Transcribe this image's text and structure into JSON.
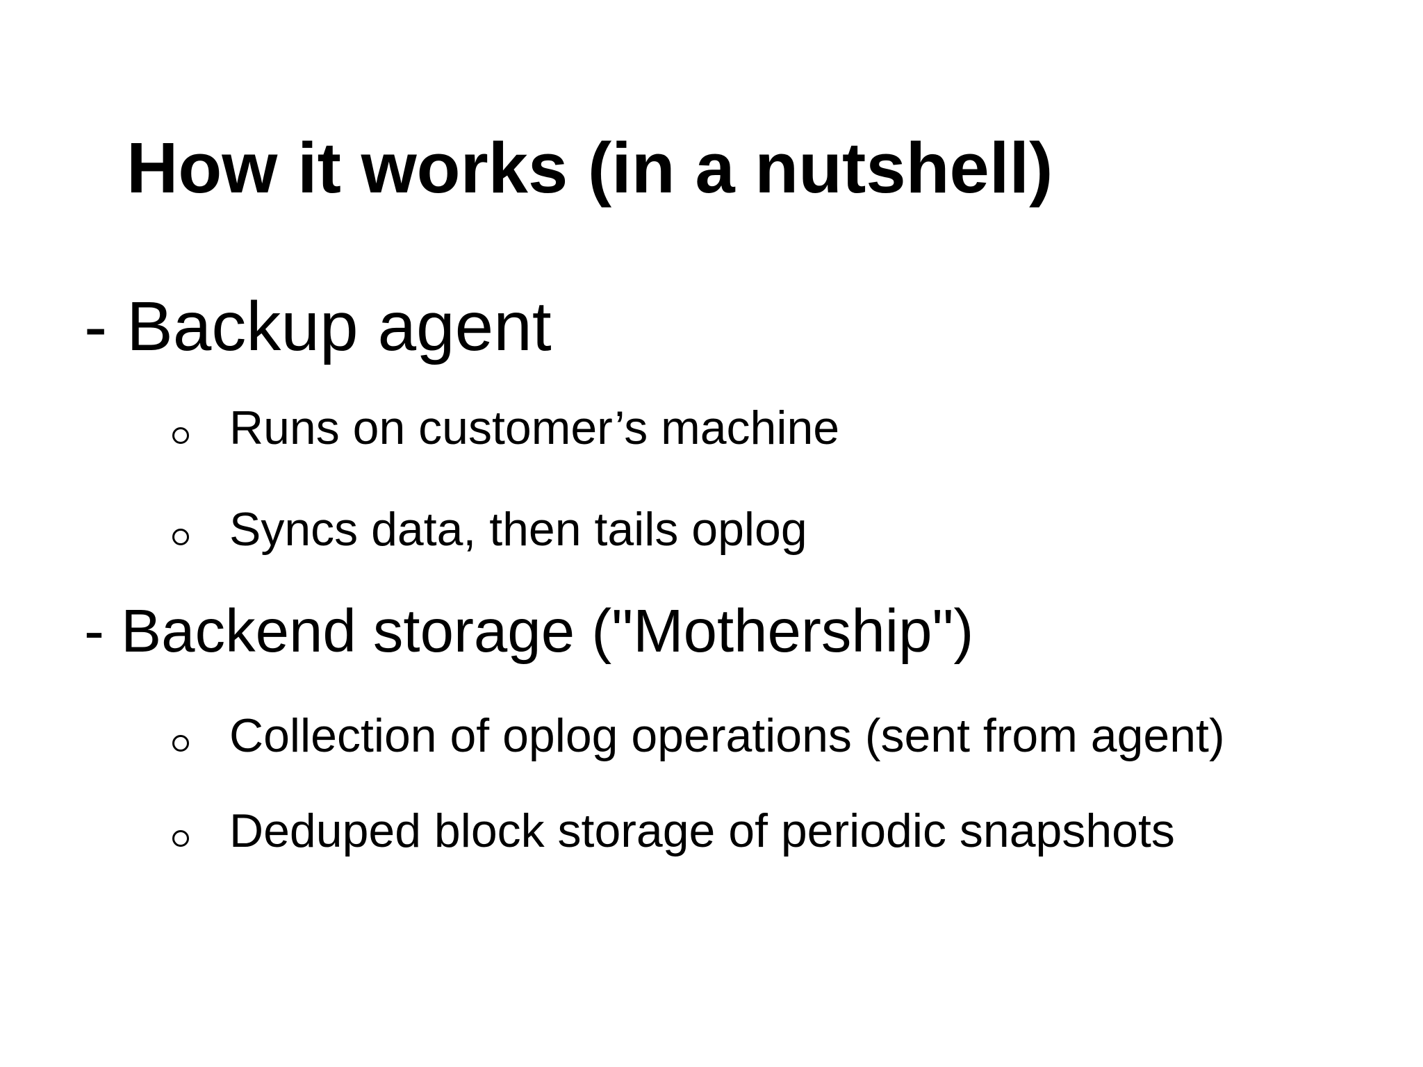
{
  "slide": {
    "title": "How it works (in a nutshell)",
    "bullets": [
      {
        "level": 1,
        "marker": "-",
        "text": "Backup agent"
      },
      {
        "level": 2,
        "marker_icon": "hollow-circle-bullet",
        "text": "Runs on customer’s machine"
      },
      {
        "level": 2,
        "marker_icon": "hollow-circle-bullet",
        "text": "Syncs data, then tails oplog"
      },
      {
        "level": 1,
        "marker": "-",
        "text": "Backend storage (\"Mothership\")"
      },
      {
        "level": 2,
        "marker_icon": "hollow-circle-bullet",
        "text": "Collection of oplog operations (sent from agent)"
      },
      {
        "level": 2,
        "marker_icon": "hollow-circle-bullet",
        "text": "Deduped block storage of periodic snapshots"
      }
    ],
    "colors": {
      "background": "#ffffff",
      "text": "#000000"
    }
  }
}
